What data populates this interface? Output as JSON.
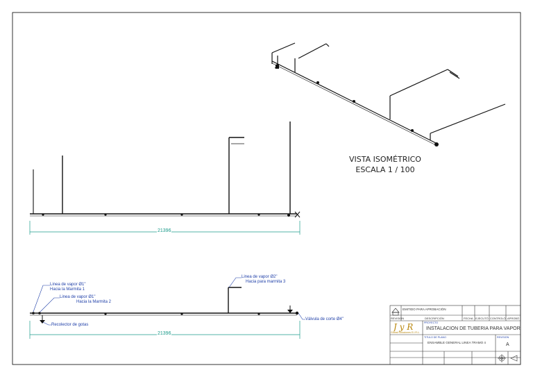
{
  "views": {
    "isometric": {
      "title_line1": "VISTA ISOMÉTRICO",
      "title_line2": "ESCALA 1 / 100"
    },
    "elevation": {
      "dimension": "21396"
    },
    "plan": {
      "dimension": "21396",
      "callouts": {
        "steam1_line1": "Linea de vapor Ø1\"",
        "steam1_line2": "Hacia la Marmita 1",
        "steam2_line1": "Linea de vapor Ø1\"",
        "steam2_line2": "Hacia la Marmita 2",
        "steam3_line1": "Linea de vapor Ø2\"",
        "steam3_line2": "Hacia para marmita 3",
        "drip_collector": "Recolector de gotas",
        "shutoff_valve": "Válvula de corte Ø4\""
      }
    }
  },
  "title_block": {
    "revision_row": "EMITIDO PARA APROBACIÓN",
    "revision_label": "REVISIÓN",
    "description_label": "DESCRIPCIÓN",
    "date_label": "FECHA",
    "executed_label": "EJECUTÓ",
    "controlled_label": "CONTROLÓ",
    "approved_label": "APROBÓ",
    "logo_letters": "J y R",
    "company": "Global Soluciones E.I.R.L.",
    "project_label": "PROYECTO",
    "drawing_title": "INSTALACIÓN DE TUBERÍA PARA VAPOR",
    "plan_title_label": "TITULO DE PLANO",
    "plan_title": "ENSAMBLE GENERAL LINEA TRAMO 4",
    "revision_label_right": "REVISIÓN",
    "revision_value": "A",
    "colors": {
      "pipe": "#111111",
      "dimension": "#1a9a8a",
      "callout": "#1f3fa8"
    }
  }
}
